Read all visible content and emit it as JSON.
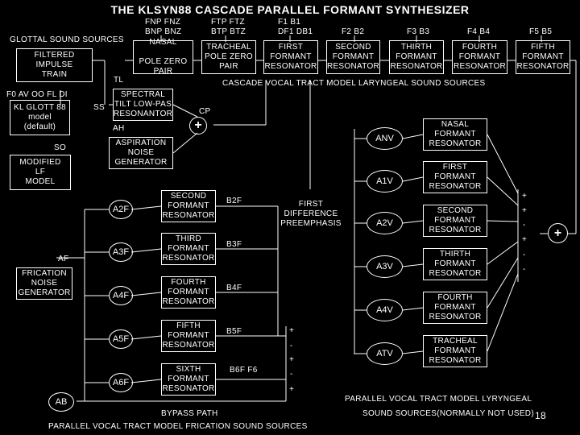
{
  "title": "THE KLSYN88 CASCADE PARALLEL FORMANT SYNTHESIZER",
  "page_number": "18",
  "param_labels": {
    "fnp": "FNP FNZ\nBNP BNZ",
    "ftp": "FTP FTZ\nBTP BTZ",
    "f1": "F1 B1\nDF1 DB1",
    "f2": "F2  B2",
    "f3": "F3 B3",
    "f4": "F4 B4",
    "f5": "F5 B5"
  },
  "glottal_sources": "GLOTTAL SOUND SOURCES",
  "sources": {
    "filtered": "FILTERED\nIMPULSE\nTRAIN",
    "kl_glott": "KL GLOTT 88\nmodel\n(default)",
    "modified_lf": "MODIFIED\nLF\nMODEL",
    "frication": "FRICATION\nNOISE\nGENERATOR",
    "spectral_tilt": "SPECTRAL\nTILT LOW-PAS\nRESONANTOR",
    "aspiration": "ASPIRATION\nNOISE\nGENERATOR"
  },
  "source_params": {
    "f0": "F0 AV OO FL DI",
    "ss": "SS",
    "tl": "TL",
    "ah": "AH",
    "so": "SO",
    "af": "AF",
    "cp": "CP"
  },
  "cascade": {
    "nasal": "NASAL\n\nPOLE ZERO\nPAIR",
    "tracheal": "TRACHEAL\nPOLE ZERO\nPAIR",
    "first": "FIRST\nFORMANT\nRESONATOR",
    "second": "SECOND\nFORMANT\nRESONATOR",
    "third": "THIRTH\nFORMANT\nRESONATOR",
    "fourth": "FOURTH\nFORMANT\nRESONATOR",
    "fifth": "FIFTH\nFORMANT\nRESONATOR",
    "caption": "CASCADE VOCAL TRACT MODEL LARYNGEAL SOUND SOURCES"
  },
  "fric_branch": {
    "a2f": "A2F",
    "a3f": "A3F",
    "a4f": "A4F",
    "a5f": "A5F",
    "a6f": "A6F",
    "ab": "AB",
    "second": "SECOND\nFORMANT\nRESONATOR",
    "third": "THIRD\nFORMANT\nRESONATOR",
    "fourth": "FOURTH\nFORMANT\nRESONATOR",
    "fifth": "FIFTH\nFORMANT\nRESONATOR",
    "sixth": "SIXTH\nFORMANT\nRESONATOR",
    "b2f": "B2F",
    "b3f": "B3F",
    "b4f": "B4F",
    "b5f": "B5F",
    "b6f": "B6F  F6",
    "bypass": "BYPASS PATH",
    "caption": "PARALLEL VOCAL TRACT MODEL FRICATION SOUND SOURCES"
  },
  "first_diff": "FIRST\nDIFFERENCE\nPREEMPHASIS",
  "laryngeal_branch": {
    "anv": "ANV",
    "a1v": "A1V",
    "a2v": "A2V",
    "a3v": "A3V",
    "a4v": "A4V",
    "atv": "ATV",
    "nasal": "NASAL\nFORMANT\nRESONATOR",
    "first": "FIRST\nFORMANT\nRESONATOR",
    "second": "SECOND\nFORMANT\nRESONATOR",
    "third": "THIRTH\nFORMANT\nRESONATOR",
    "fourth": "FOURTH\nFORMANT\nRESONATOR",
    "tracheal": "TRACHEAL\nFORMANT\nRESONATOR",
    "caption_1": "PARALLEL VOCAL TRACT MODEL LYRYNGEAL",
    "caption_2": "SOUND SOURCES(NORMALLY NOT USED)"
  },
  "mixer_signs": [
    "+",
    "+",
    "-",
    "+",
    "-",
    "-"
  ],
  "fric_signs": [
    "+",
    "-",
    "+",
    "-",
    "+"
  ],
  "plus": "+"
}
